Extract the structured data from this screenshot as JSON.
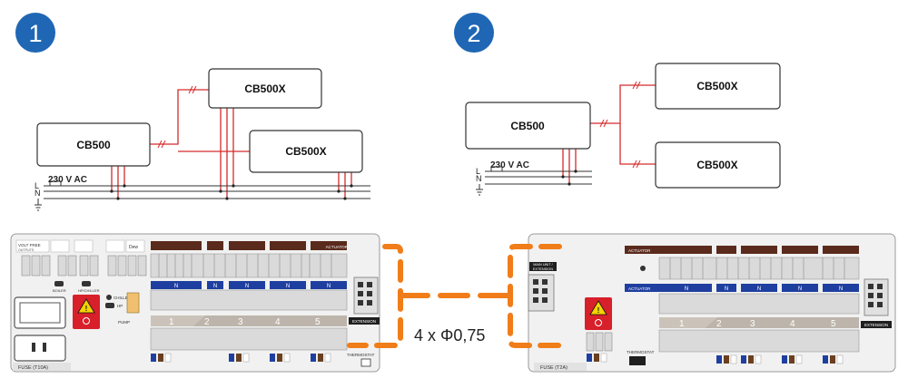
{
  "colors": {
    "badge": "#1f67b4",
    "wire": "#d52b2b",
    "line": "#333333",
    "orange": "#f07d19",
    "brown": "#5a2a1c",
    "blue": "#1f3fa0",
    "warning": "#d7202a",
    "panel": "#f1f1f1",
    "terminal": "#dadada"
  },
  "step1": {
    "badge": "1",
    "controller": "CB500",
    "ext_a": "CB500X",
    "ext_b": "CB500X",
    "supply": "230 V AC",
    "phase_l": "L",
    "phase_n": "N"
  },
  "step2": {
    "badge": "2",
    "controller": "CB500",
    "ext_a": "CB500X",
    "ext_b": "CB500X",
    "supply": "230 V AC",
    "phase_l": "L",
    "phase_n": "N"
  },
  "cable_label": "4 x Φ0,75",
  "board1": {
    "volt_free": "VOLT FREE",
    "outputs": "OUTPUTS",
    "boiler": "BOILER",
    "hp_chiller": "HP/CHILLER",
    "chiller": "CHILLER",
    "hp": "HP",
    "pump": "PUMP",
    "dew": "Dew",
    "actuator": "ACTUATOR",
    "n_label": "N",
    "extension": "EXTENSION",
    "thermostat": "THERMOSTAT",
    "fuse": "FUSE (T10A)",
    "zones": [
      "1",
      "2",
      "3",
      "4",
      "5"
    ]
  },
  "board2": {
    "main_unit": "MAIN UNIT /",
    "extension_top": "EXTENSION",
    "actuator": "ACTUATOR",
    "n_label": "N",
    "extension": "EXTENSION",
    "thermostat": "THERMOSTAT",
    "fuse": "FUSE (T2A)",
    "zones": [
      "1",
      "2",
      "3",
      "4",
      "5"
    ]
  }
}
